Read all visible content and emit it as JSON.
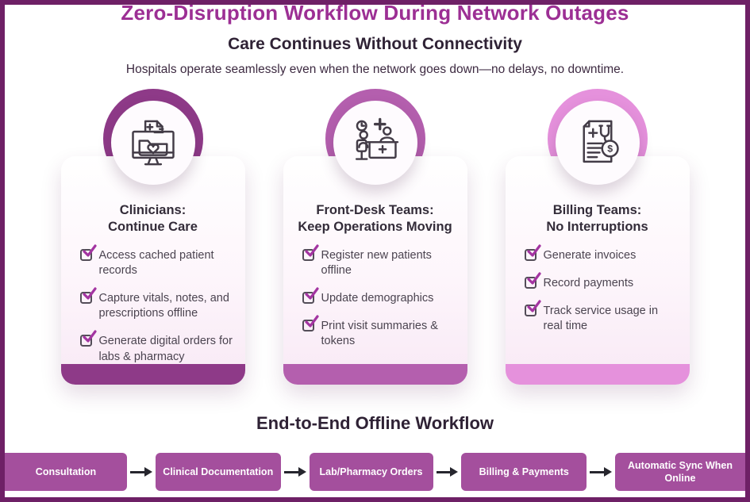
{
  "header": {
    "title": "Zero-Disruption Workflow During Network Outages",
    "subtitle": "Care Continues Without Connectivity",
    "tagline": "Hospitals operate seamlessly even when the network goes down—no delays, no downtime."
  },
  "cards": [
    {
      "icon": "monitor-health-records-icon",
      "title_line1": "Clinicians:",
      "title_line2": "Continue Care",
      "accent": "#8e3a88",
      "items": [
        "Access cached patient records",
        "Capture vitals, notes, and prescriptions offline",
        "Generate digital orders for labs & pharmacy"
      ]
    },
    {
      "icon": "reception-desk-icon",
      "title_line1": "Front-Desk Teams:",
      "title_line2": "Keep Operations Moving",
      "accent": "#b45fae",
      "items": [
        "Register new patients offline",
        "Update demographics",
        "Print visit summaries & tokens"
      ]
    },
    {
      "icon": "medical-invoice-icon",
      "title_line1": "Billing Teams:",
      "title_line2": "No Interruptions",
      "accent": "#e591dc",
      "items": [
        "Generate invoices",
        "Record payments",
        "Track service usage in real time"
      ]
    }
  ],
  "workflow": {
    "heading": "End-to-End Offline Workflow",
    "steps": [
      "Consultation",
      "Clinical Documentation",
      "Lab/Pharmacy Orders",
      "Billing & Payments",
      "Automatic Sync When Online"
    ]
  },
  "colors": {
    "frame": "#6e2066",
    "title": "#9c2f94",
    "heading": "#2f2235",
    "check": "#a334a1",
    "flow_box": "#a44f9d",
    "arrow": "#26262e"
  }
}
